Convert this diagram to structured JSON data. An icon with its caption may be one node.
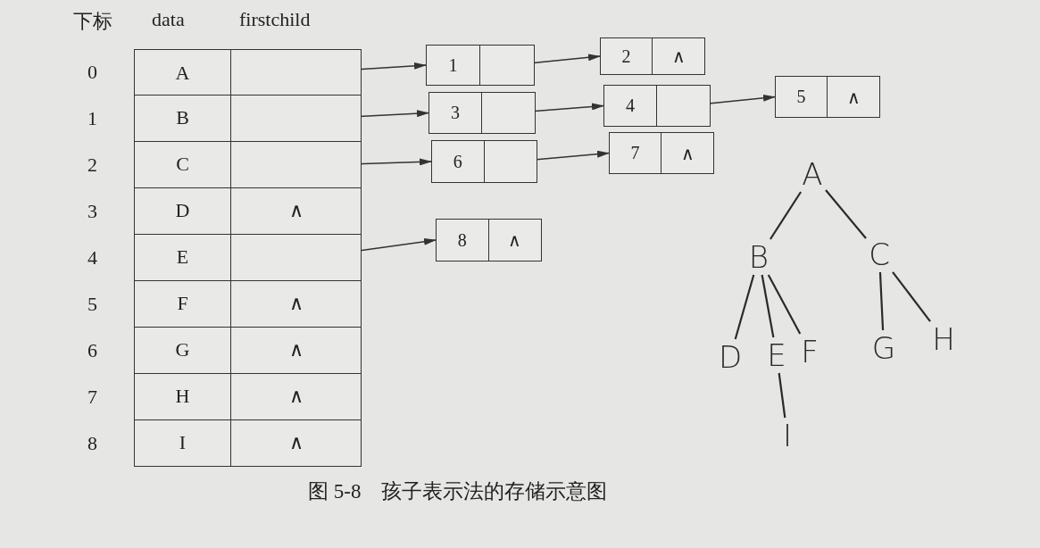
{
  "diagram": {
    "caption": "图 5-8　孩子表示法的存储示意图",
    "nodes": [
      {
        "text": [
          "A"
        ]
      },
      {
        "text": [
          "B"
        ]
      },
      {
        "text": [
          "C"
        ]
      },
      {
        "text": [
          "D",
          "∧"
        ]
      },
      {
        "text": [
          "E"
        ]
      },
      {
        "text": [
          "F",
          "∧"
        ]
      },
      {
        "text": [
          "G",
          "∧"
        ]
      },
      {
        "text": [
          "H",
          "∧"
        ]
      },
      {
        "text": [
          "I",
          "∧"
        ]
      },
      {
        "text": [
          "1"
        ]
      },
      {
        "text": [
          "2",
          "∧"
        ]
      },
      {
        "text": [
          "3"
        ]
      },
      {
        "text": [
          "4"
        ]
      },
      {
        "text": [
          "5",
          "∧"
        ]
      },
      {
        "text": [
          "6"
        ]
      },
      {
        "text": [
          "7",
          "∧"
        ]
      },
      {
        "text": [
          "8",
          "∧"
        ]
      },
      {
        "text": [
          "A"
        ]
      },
      {
        "text": [
          "B"
        ]
      },
      {
        "text": [
          "C"
        ]
      },
      {
        "text": [
          "D"
        ]
      },
      {
        "text": [
          "E"
        ]
      },
      {
        "text": [
          "F"
        ]
      },
      {
        "text": [
          "G"
        ]
      },
      {
        "text": [
          "H"
        ]
      },
      {
        "text": [
          "I"
        ]
      }
    ],
    "edges": [
      {
        "from": 0,
        "to": 9,
        "arrow": "to"
      },
      {
        "from": 9,
        "to": 10,
        "arrow": "to"
      },
      {
        "from": 1,
        "to": 11,
        "arrow": "to"
      },
      {
        "from": 11,
        "to": 12,
        "arrow": "to"
      },
      {
        "from": 12,
        "to": 13,
        "arrow": "to"
      },
      {
        "from": 2,
        "to": 14,
        "arrow": "to"
      },
      {
        "from": 14,
        "to": 15,
        "arrow": "to"
      },
      {
        "from": 4,
        "to": 16,
        "arrow": "to"
      },
      {
        "from": 17,
        "to": 18,
        "arrow": "none"
      },
      {
        "from": 17,
        "to": 19,
        "arrow": "none"
      },
      {
        "from": 18,
        "to": 20,
        "arrow": "none"
      },
      {
        "from": 18,
        "to": 21,
        "arrow": "none"
      },
      {
        "from": 18,
        "to": 22,
        "arrow": "none"
      },
      {
        "from": 21,
        "to": 25,
        "arrow": "none"
      },
      {
        "from": 19,
        "to": 23,
        "arrow": "none"
      },
      {
        "from": 19,
        "to": 24,
        "arrow": "none"
      }
    ],
    "labels": [
      "下标",
      "data",
      "firstchild",
      "0",
      "1",
      "2",
      "3",
      "4",
      "5",
      "6",
      "7",
      "8"
    ]
  }
}
